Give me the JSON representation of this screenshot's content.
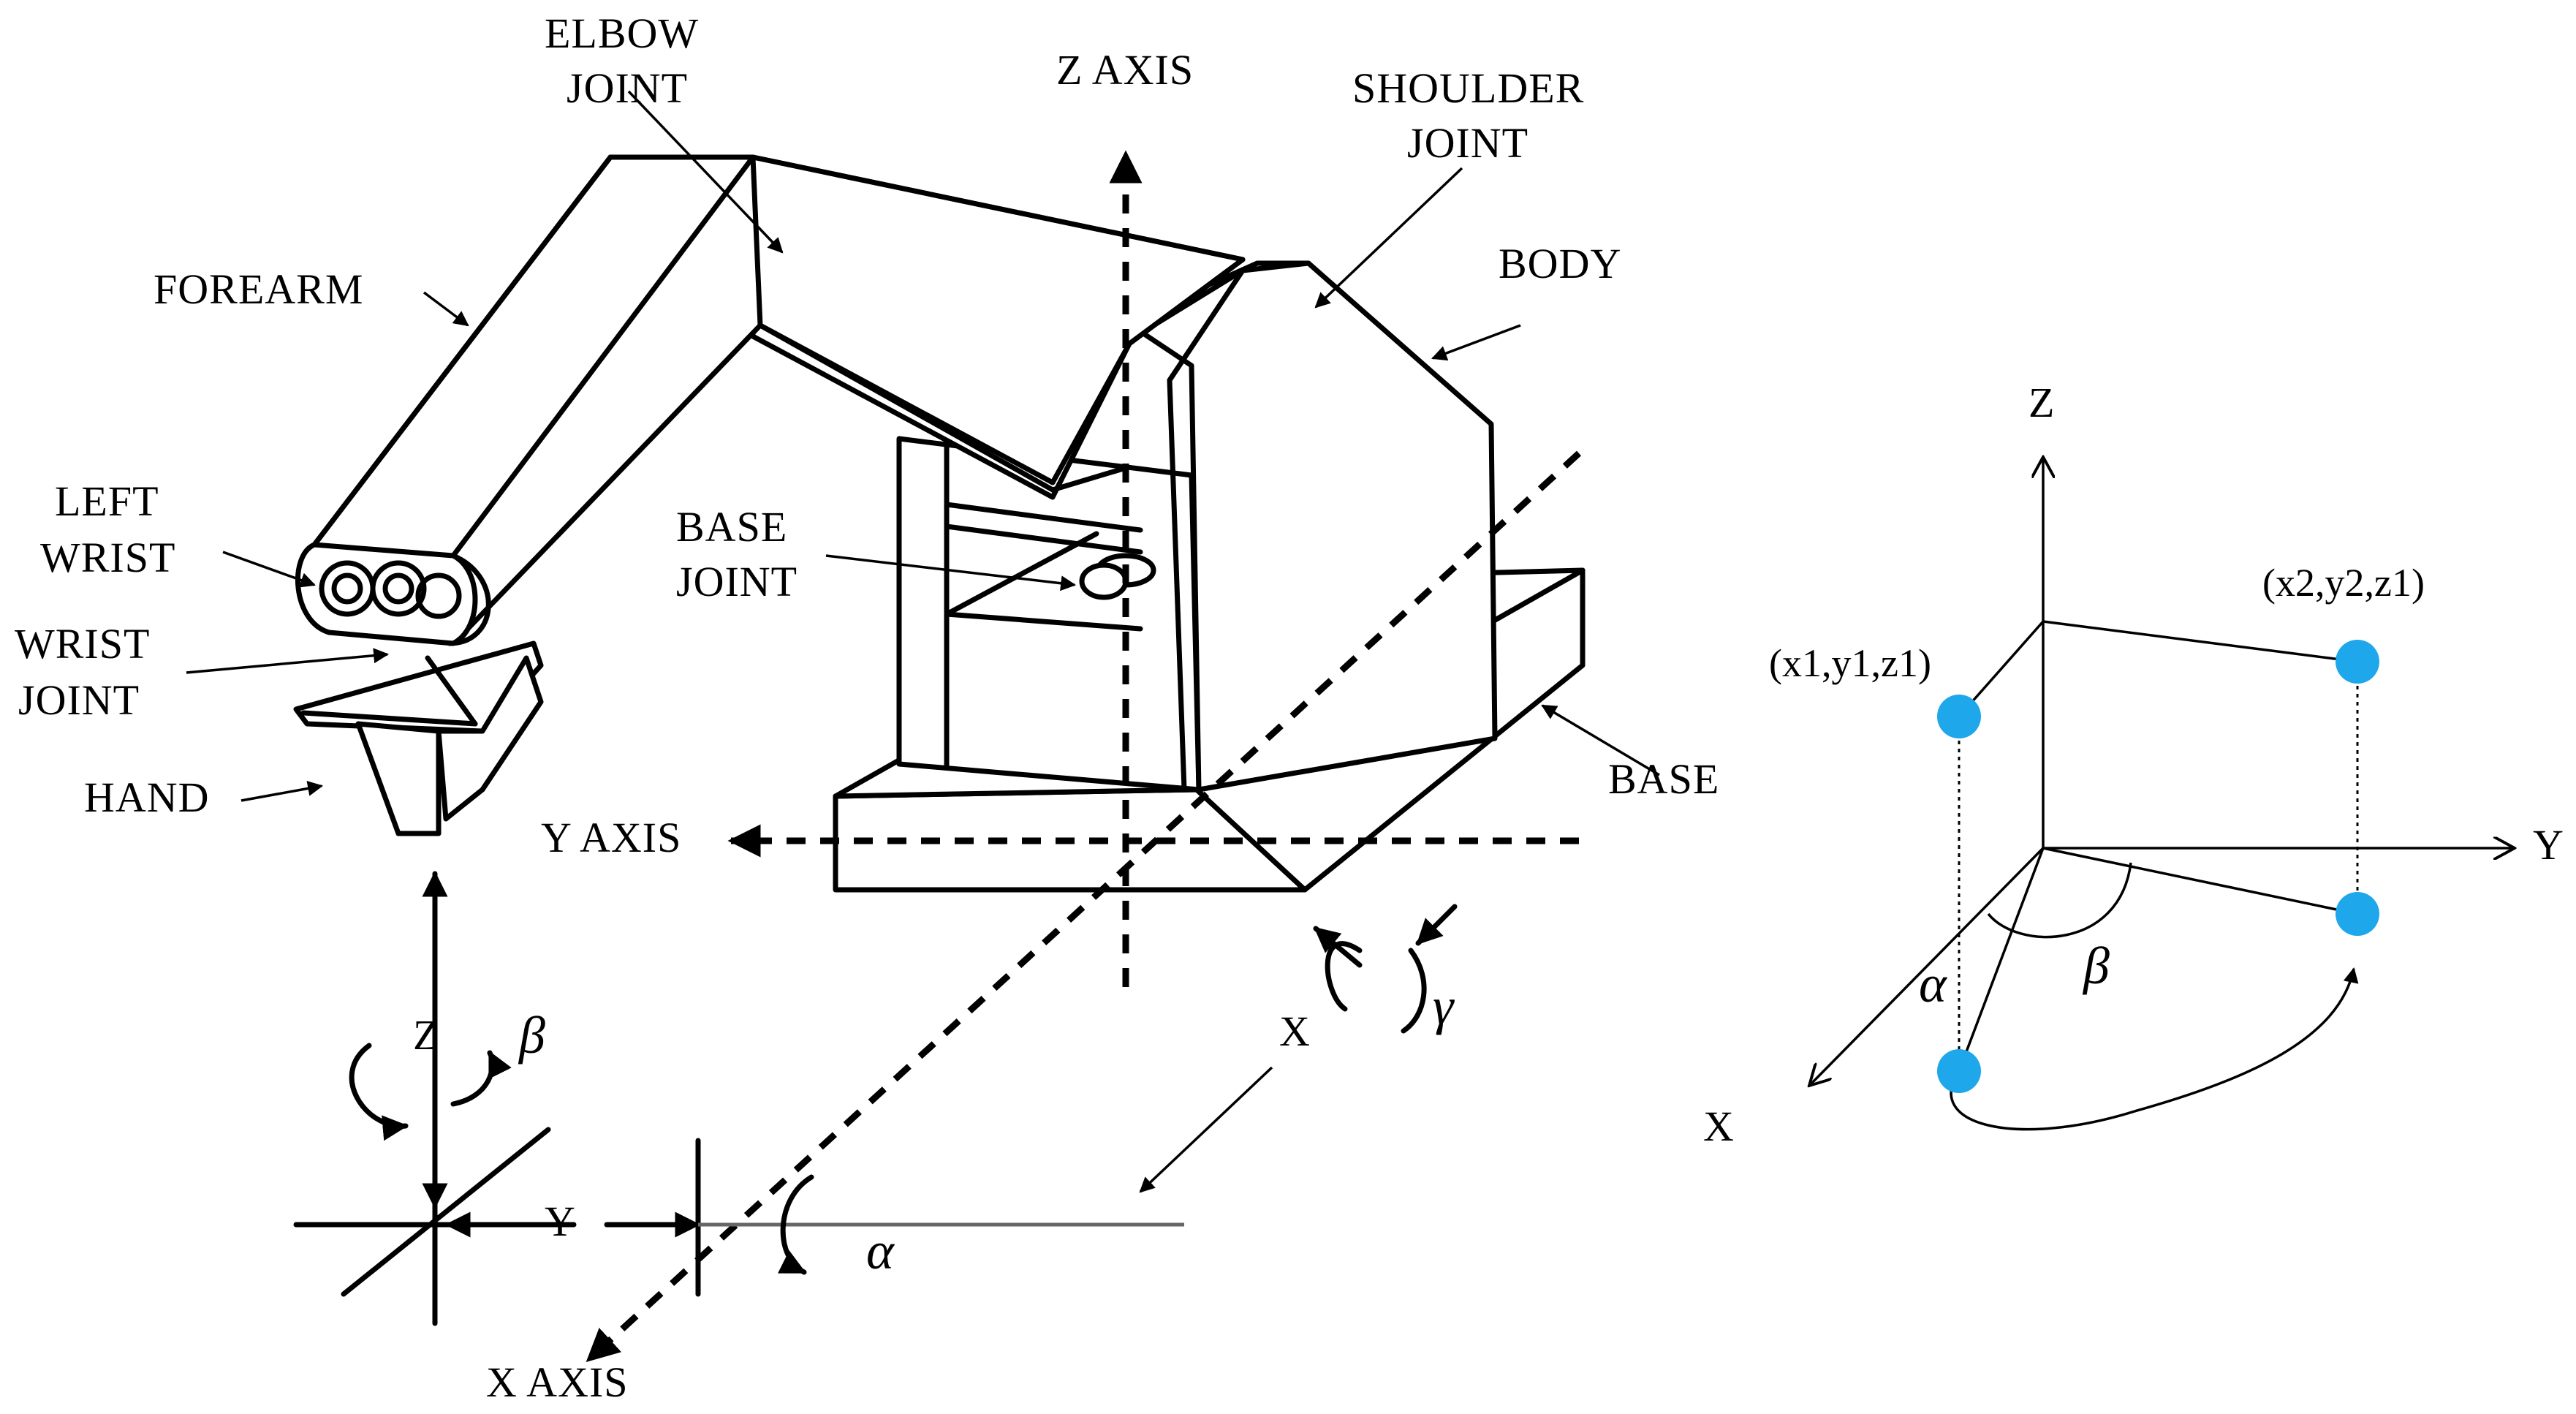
{
  "labels": {
    "elbow_joint": [
      "ELBOW",
      "JOINT"
    ],
    "z_axis": "Z AXIS",
    "shoulder_joint": [
      "SHOULDER",
      "JOINT"
    ],
    "body": "BODY",
    "forearm": "FOREARM",
    "left_wrist": [
      "LEFT",
      "WRIST"
    ],
    "base_joint": [
      "BASE",
      "JOINT"
    ],
    "wrist_joint": [
      "WRIST",
      "JOINT"
    ],
    "hand": "HAND",
    "base": "BASE",
    "y_axis": "Y AXIS",
    "x_axis": "X AXIS"
  },
  "rotations": {
    "z": "Z",
    "beta": "β",
    "y": "Y",
    "alpha": "α",
    "x": "X",
    "gamma": "γ"
  },
  "coords": {
    "z": "Z",
    "y": "Y",
    "x": "X",
    "p1": "(x1,y1,z1)",
    "p2": "(x2,y2,z1)",
    "alpha": "α",
    "beta": "β",
    "point_color": "#1ea7ea"
  }
}
